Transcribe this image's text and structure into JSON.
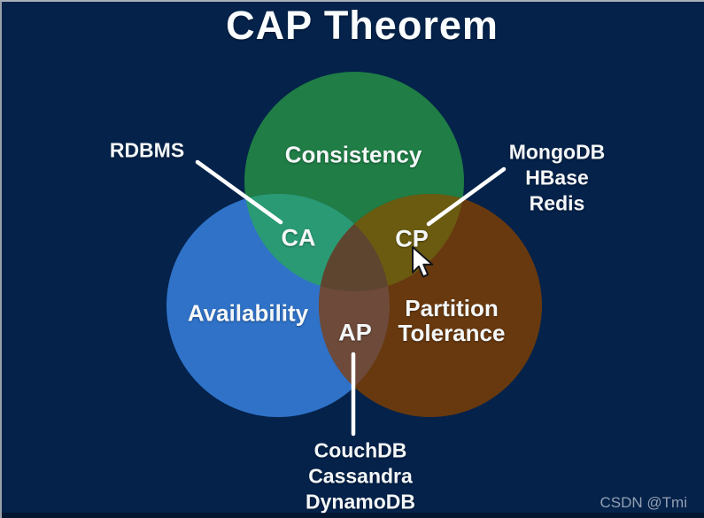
{
  "title": "CAP Theorem",
  "venn": {
    "consistency_label": "Consistency",
    "availability_label": "Availability",
    "partition_label": "Partition Tolerance",
    "ca_label": "CA",
    "cp_label": "CP",
    "ap_label": "AP"
  },
  "annotations": {
    "ca": {
      "items": [
        "RDBMS"
      ]
    },
    "cp": {
      "items": [
        "MongoDB",
        "HBase",
        "Redis"
      ]
    },
    "ap": {
      "items": [
        "CouchDB",
        "Cassandra",
        "DynamoDB"
      ]
    }
  },
  "watermark": "CSDN @Tmi",
  "colors": {
    "background": "#04224A",
    "consistency_circle": "#1F7D45",
    "availability_circle": "#2F72C8",
    "partition_circle": "#68390F",
    "ca_overlap": "#2A9A74",
    "cp_overlap": "#6A5B10",
    "ap_overlap": "#6D4A3A",
    "center_overlap": "#5E4530",
    "pointer_line": "#FFFFFF"
  }
}
